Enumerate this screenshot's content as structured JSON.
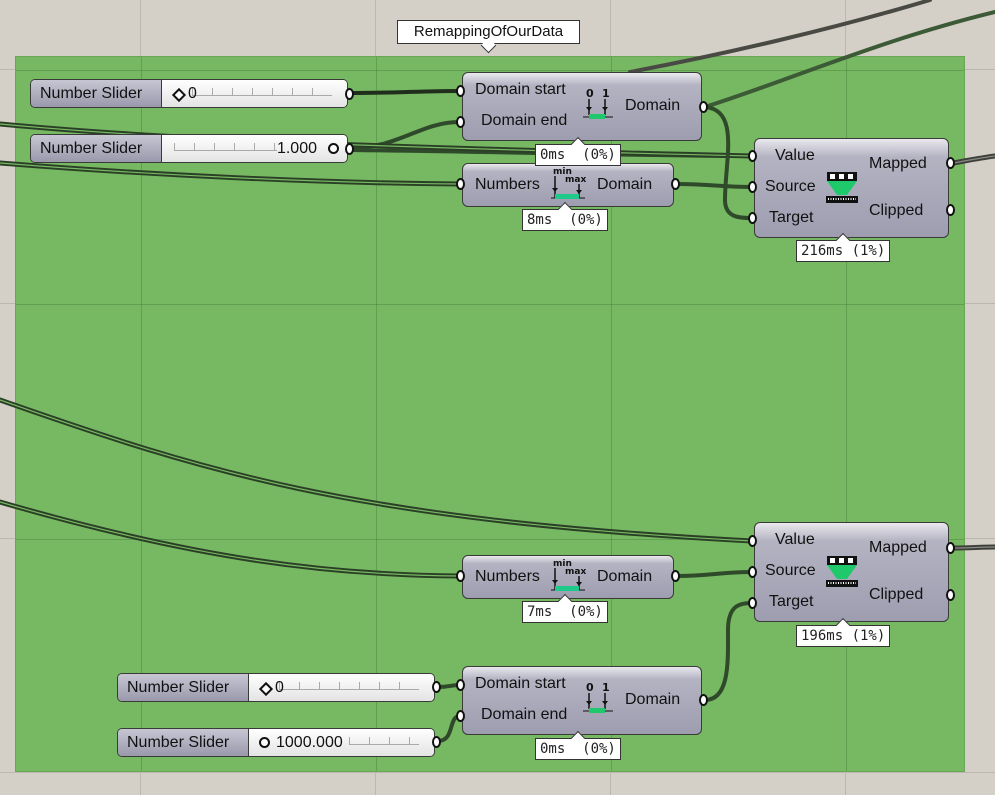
{
  "canvas": {
    "background": "#d4d0c8",
    "group": {
      "title": "RemappingOfOurData",
      "fill": "#77b862"
    }
  },
  "sliders": [
    {
      "label": "Number Slider",
      "value": "0",
      "marker": "diamond"
    },
    {
      "label": "Number Slider",
      "value": "1.000",
      "marker": "circle"
    },
    {
      "label": "Number Slider",
      "value": "0",
      "marker": "diamond"
    },
    {
      "label": "Number Slider",
      "value": "1000.000",
      "marker": "circle"
    }
  ],
  "construct_domain_top": {
    "inputs": [
      "Domain start",
      "Domain end"
    ],
    "output": "Domain",
    "icon": {
      "left": "0",
      "right": "1"
    },
    "timer": "0ms  (0%)"
  },
  "bounds_top": {
    "input": "Numbers",
    "output": "Domain",
    "icon": {
      "top": "min",
      "bottom": "max"
    },
    "timer": "8ms  (0%)"
  },
  "remap_top": {
    "inputs": [
      "Value",
      "Source",
      "Target"
    ],
    "outputs": [
      "Mapped",
      "Clipped"
    ],
    "timer": "216ms (1%)"
  },
  "bounds_bottom": {
    "input": "Numbers",
    "output": "Domain",
    "icon": {
      "top": "min",
      "bottom": "max"
    },
    "timer": "7ms  (0%)"
  },
  "remap_bottom": {
    "inputs": [
      "Value",
      "Source",
      "Target"
    ],
    "outputs": [
      "Mapped",
      "Clipped"
    ],
    "timer": "196ms (1%)"
  },
  "construct_domain_bottom": {
    "inputs": [
      "Domain start",
      "Domain end"
    ],
    "output": "Domain",
    "icon": {
      "left": "0",
      "right": "1"
    },
    "timer": "0ms  (0%)"
  },
  "colors": {
    "wire": "#2f4a2a",
    "wire_outside": "#4a4a44",
    "icon_green": "#1fc96b",
    "component": "#a6a5b6"
  }
}
